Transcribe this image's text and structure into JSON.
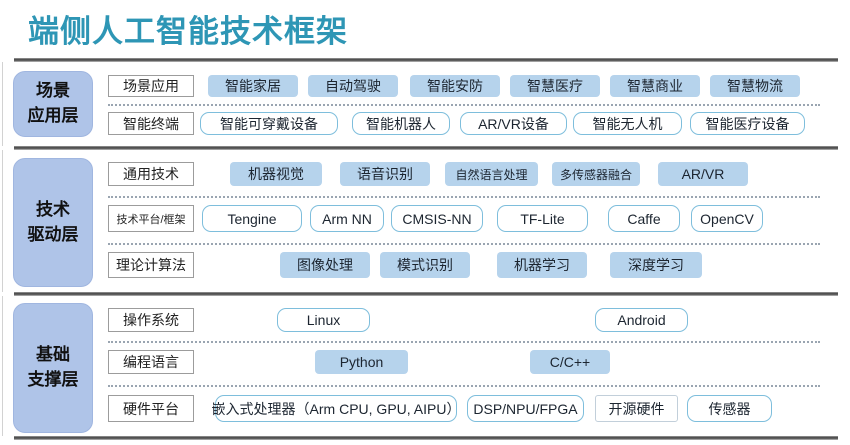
{
  "title": "端侧人工智能技术框架",
  "colors": {
    "title_text": "#2E96B5",
    "layer_label_fill": "#AFC4E8",
    "chip_filled_fill": "#B6D3EC",
    "chip_outline_border": "#7EBEDC",
    "rule_gray": "#4E4E4E"
  },
  "layers": [
    {
      "label_line1": "场景",
      "label_line2": "应用层",
      "rows": [
        {
          "label": "场景应用",
          "chips": [
            "智能家居",
            "自动驾驶",
            "智能安防",
            "智慧医疗",
            "智慧商业",
            "智慧物流"
          ]
        },
        {
          "label": "智能终端",
          "chips": [
            "智能可穿戴设备",
            "智能机器人",
            "AR/VR设备",
            "智能无人机",
            "智能医疗设备"
          ]
        }
      ]
    },
    {
      "label_line1": "技术",
      "label_line2": "驱动层",
      "rows": [
        {
          "label": "通用技术",
          "chips": [
            "机器视觉",
            "语音识别",
            "自然语言处理",
            "多传感器融合",
            "AR/VR"
          ]
        },
        {
          "label": "技术平台/框架",
          "chips": [
            "Tengine",
            "Arm NN",
            "CMSIS-NN",
            "TF-Lite",
            "Caffe",
            "OpenCV"
          ]
        },
        {
          "label": "理论计算法",
          "chips": [
            "图像处理",
            "模式识别",
            "机器学习",
            "深度学习"
          ]
        }
      ]
    },
    {
      "label_line1": "基础",
      "label_line2": "支撑层",
      "rows": [
        {
          "label": "操作系统",
          "chips": [
            "Linux",
            "Android"
          ]
        },
        {
          "label": "编程语言",
          "chips": [
            "Python",
            "C/C++"
          ]
        },
        {
          "label": "硬件平台",
          "chips": [
            "嵌入式处理器（Arm CPU, GPU, AIPU）",
            "DSP/NPU/FPGA",
            "开源硬件",
            "传感器"
          ]
        }
      ]
    }
  ]
}
